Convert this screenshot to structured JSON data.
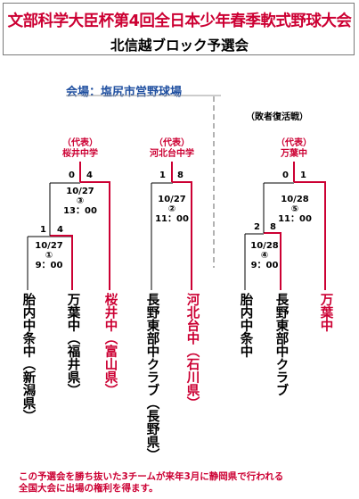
{
  "header": {
    "title": "文部科学大臣杯第4回全日本少年春季軟式野球大会",
    "subtitle": "北信越ブロック予選会"
  },
  "venue": "会場：塩尻市営野球場",
  "consolation_label": "（敗者復活戦）",
  "winners": {
    "a": {
      "rep": "（代表）",
      "name": "桜井中学"
    },
    "b": {
      "rep": "（代表）",
      "name": "河北台中学"
    },
    "c": {
      "rep": "（代表）",
      "name": "万葉中"
    }
  },
  "games": {
    "g1": {
      "date": "10/27",
      "no": "①",
      "time": "9：00",
      "score_left": "1",
      "score_right": "4"
    },
    "g2": {
      "date": "10/27",
      "no": "②",
      "time": "11：00",
      "score_left": "1",
      "score_right": "8"
    },
    "g3": {
      "date": "10/27",
      "no": "③",
      "time": "13：00",
      "score_left": "0",
      "score_right": "4"
    },
    "g4": {
      "date": "10/28",
      "no": "④",
      "time": "9：00",
      "score_left": "2",
      "score_right": "8"
    },
    "g5": {
      "date": "10/28",
      "no": "⑤",
      "time": "11：00",
      "score_left": "0",
      "score_right": "1"
    }
  },
  "teams": {
    "t1": "胎内中条中（新潟県）",
    "t2": "万葉中（福井県）",
    "t3": "桜井中（富山県）",
    "t4": "長野東部中クラブ（長野県）",
    "t5": "河北台中（石川県）",
    "t6": "胎内中条中",
    "t7": "長野東部中クラブ",
    "t8": "万葉中"
  },
  "note": {
    "line1": "この予選会を勝ち抜いた3チームが来年3月に静岡県で行われる",
    "line2": "全国大会に出場の権利を得ます。"
  }
}
